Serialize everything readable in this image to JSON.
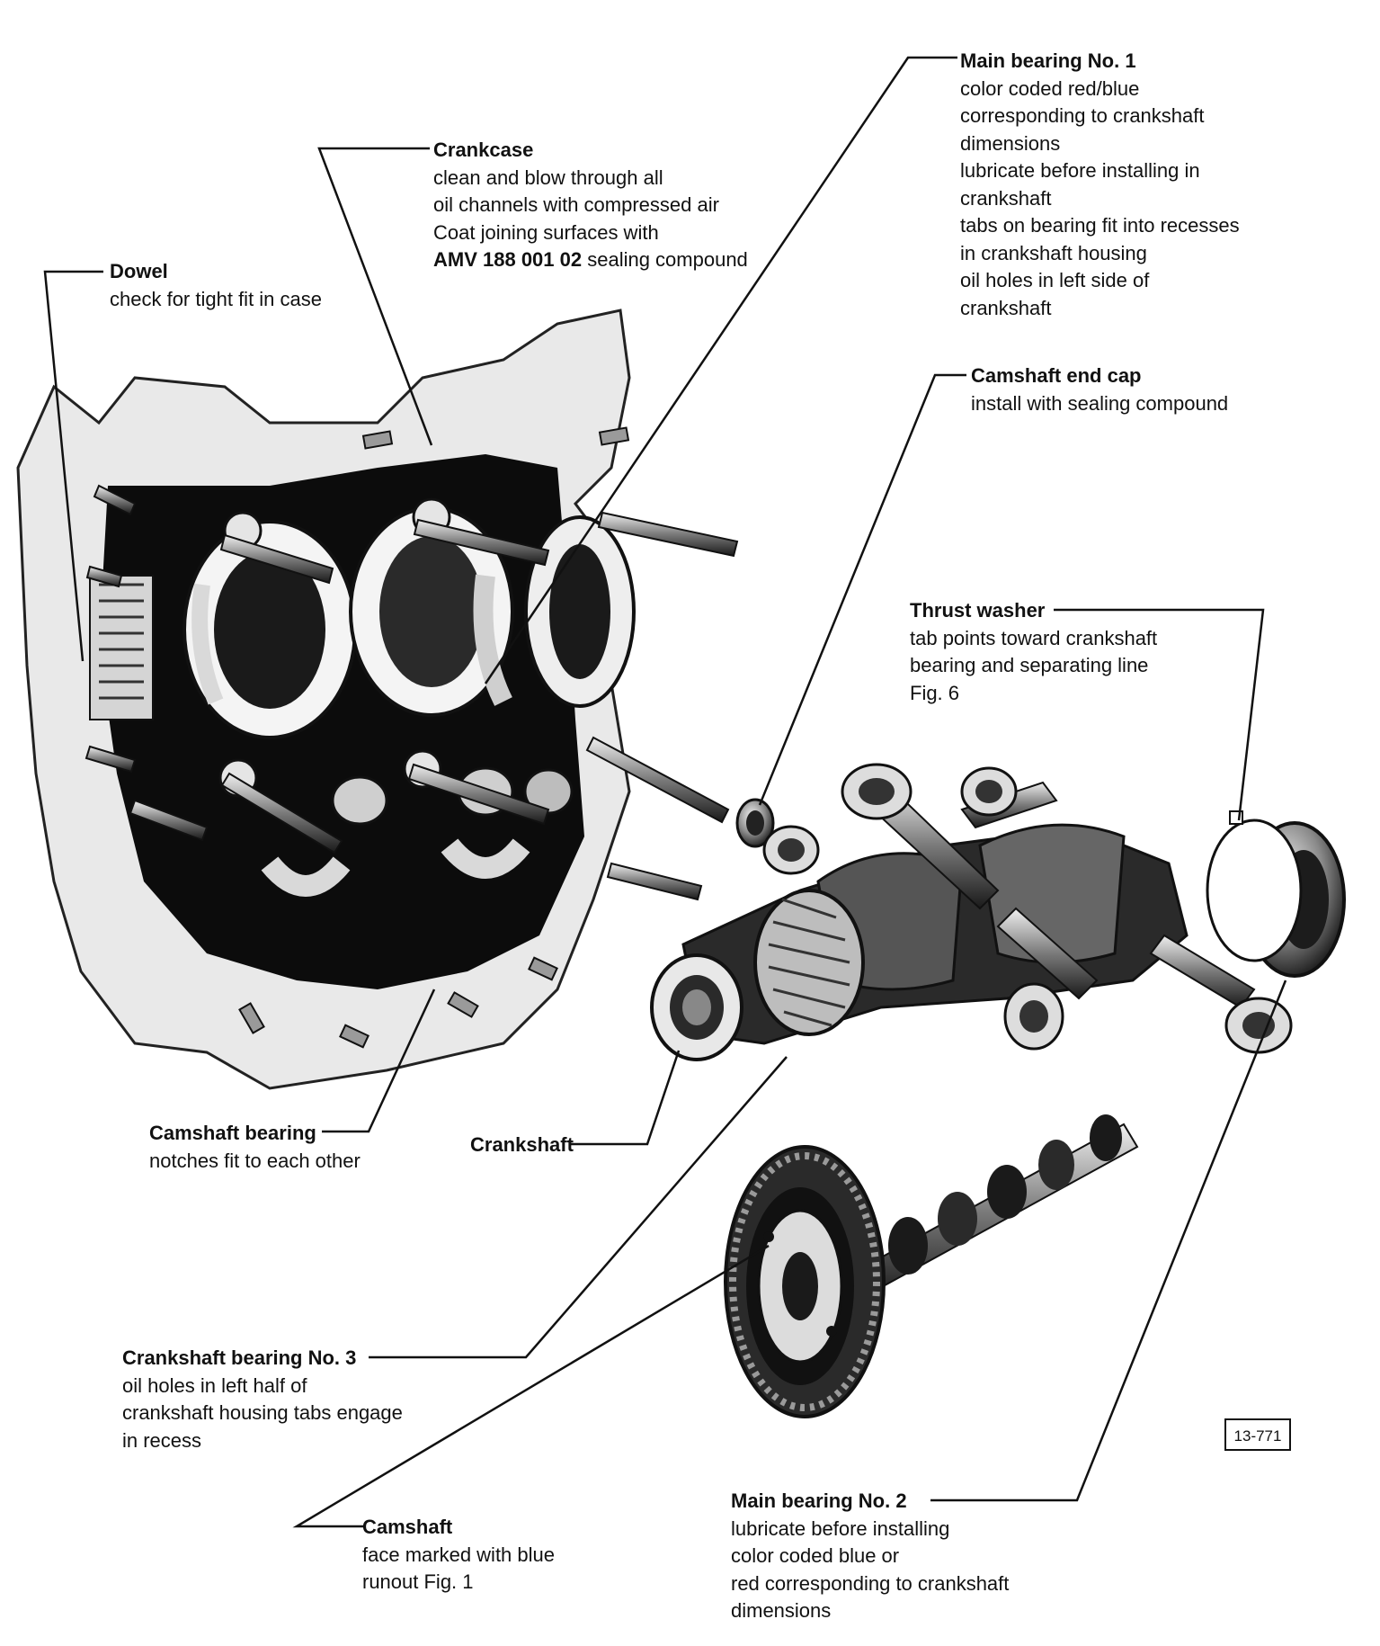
{
  "callouts": {
    "main_bearing_1": {
      "title": "Main bearing No. 1",
      "lines": [
        "color coded red/blue",
        "corresponding to crankshaft",
        "dimensions",
        "lubricate before installing in",
        "crankshaft",
        "tabs on bearing fit into recesses",
        "in crankshaft housing",
        "oil holes in left side of",
        "crankshaft"
      ]
    },
    "crankcase": {
      "title": "Crankcase",
      "lines": [
        "clean and blow through all",
        "oil channels with compressed air",
        "Coat joining surfaces with"
      ],
      "last_bold": "AMV 188 001 02",
      "last_rest": " sealing compound"
    },
    "dowel": {
      "title": "Dowel",
      "lines": [
        "check for tight fit in case"
      ]
    },
    "camshaft_end_cap": {
      "title": "Camshaft end cap",
      "lines": [
        "install with sealing compound"
      ]
    },
    "thrust_washer": {
      "title": "Thrust washer",
      "lines": [
        "tab points toward crankshaft",
        "bearing and separating line",
        "Fig. 6"
      ]
    },
    "camshaft_bearing": {
      "title": "Camshaft bearing",
      "lines": [
        "notches fit to each other"
      ]
    },
    "crankshaft": {
      "title": "Crankshaft",
      "lines": []
    },
    "crankshaft_bearing_3": {
      "title": "Crankshaft bearing No. 3",
      "lines": [
        "oil holes in left half of",
        "crankshaft housing tabs engage",
        "in recess"
      ]
    },
    "camshaft": {
      "title": "Camshaft",
      "lines": [
        "face marked with blue",
        "runout Fig. 1"
      ]
    },
    "main_bearing_2": {
      "title": "Main bearing No. 2",
      "lines": [
        "lubricate before installing",
        "color coded blue or",
        "red corresponding to crankshaft",
        "dimensions"
      ]
    }
  },
  "figure_ref": "13-771"
}
